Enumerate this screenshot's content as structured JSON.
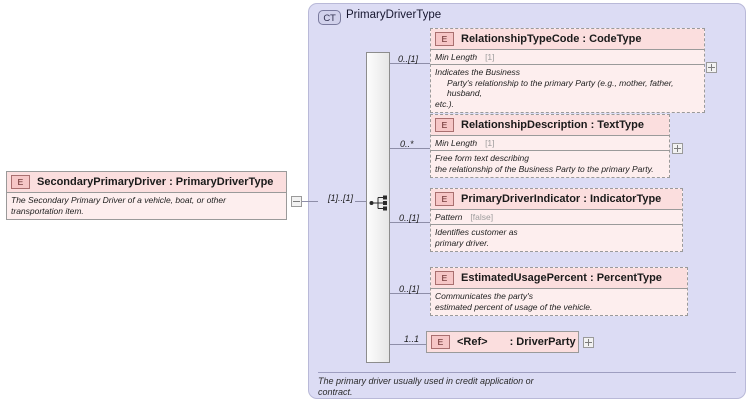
{
  "diagram": {
    "kind": "xsd-schema-diagram",
    "complex_type": {
      "badge": "CT",
      "name": "PrimaryDriverType",
      "annotation_line1": "The primary driver usually used in credit application or",
      "annotation_line2": "contract."
    },
    "root_element": {
      "badge": "E",
      "title": "SecondaryPrimaryDriver : PrimaryDriverType",
      "doc_line1": "The Secondary Primary Driver of a vehicle, boat, or other",
      "doc_line2": "transportation item.",
      "cardinality": "[1]..[1]",
      "collapse_icon": "minus-toggle"
    },
    "compositor": {
      "type": "sequence",
      "icon": "sequence-icon"
    },
    "children": [
      {
        "badge": "E",
        "title": "RelationshipTypeCode : CodeType",
        "cardinality": "0..[1]",
        "facet_name": "Min Length",
        "facet_value": "[1]",
        "doc_lines": [
          "Indicates the Business",
          "Party's relationship to the primary Party (e.g., mother, father, husband,",
          "etc.)."
        ],
        "expand": "plus-toggle",
        "border": "dashed"
      },
      {
        "badge": "E",
        "title": "RelationshipDescription : TextType",
        "cardinality": "0..*",
        "facet_name": "Min Length",
        "facet_value": "[1]",
        "doc_lines": [
          "Free form text describing",
          "the relationship of the Business Party to the primary Party."
        ],
        "expand": "plus-toggle",
        "border": "dashed"
      },
      {
        "badge": "E",
        "title": "PrimaryDriverIndicator : IndicatorType",
        "cardinality": "0..[1]",
        "facet_name": "Pattern",
        "facet_value": "[false]",
        "doc_lines": [
          "Identifies customer as",
          "primary driver."
        ],
        "expand": null,
        "border": "dashed"
      },
      {
        "badge": "E",
        "title": "EstimatedUsagePercent : PercentType",
        "cardinality": "0..[1]",
        "facet_name": null,
        "facet_value": null,
        "doc_lines": [
          "Communicates the party's",
          "estimated percent of usage of the vehicle."
        ],
        "expand": null,
        "border": "dashed"
      }
    ],
    "ref_child": {
      "badge": "E",
      "ref_label": "<Ref>",
      "ref_type": ": DriverParty",
      "cardinality": "1..1",
      "expand": "plus-toggle",
      "border": "solid"
    },
    "colors": {
      "container_fill": "#dcdcf4",
      "container_border": "#b9b9d8",
      "element_fill": "#fdeeee",
      "element_header_fill": "#fbdede",
      "badge_fill": "#f6c6c6",
      "connector": "#8e8ea8"
    }
  }
}
